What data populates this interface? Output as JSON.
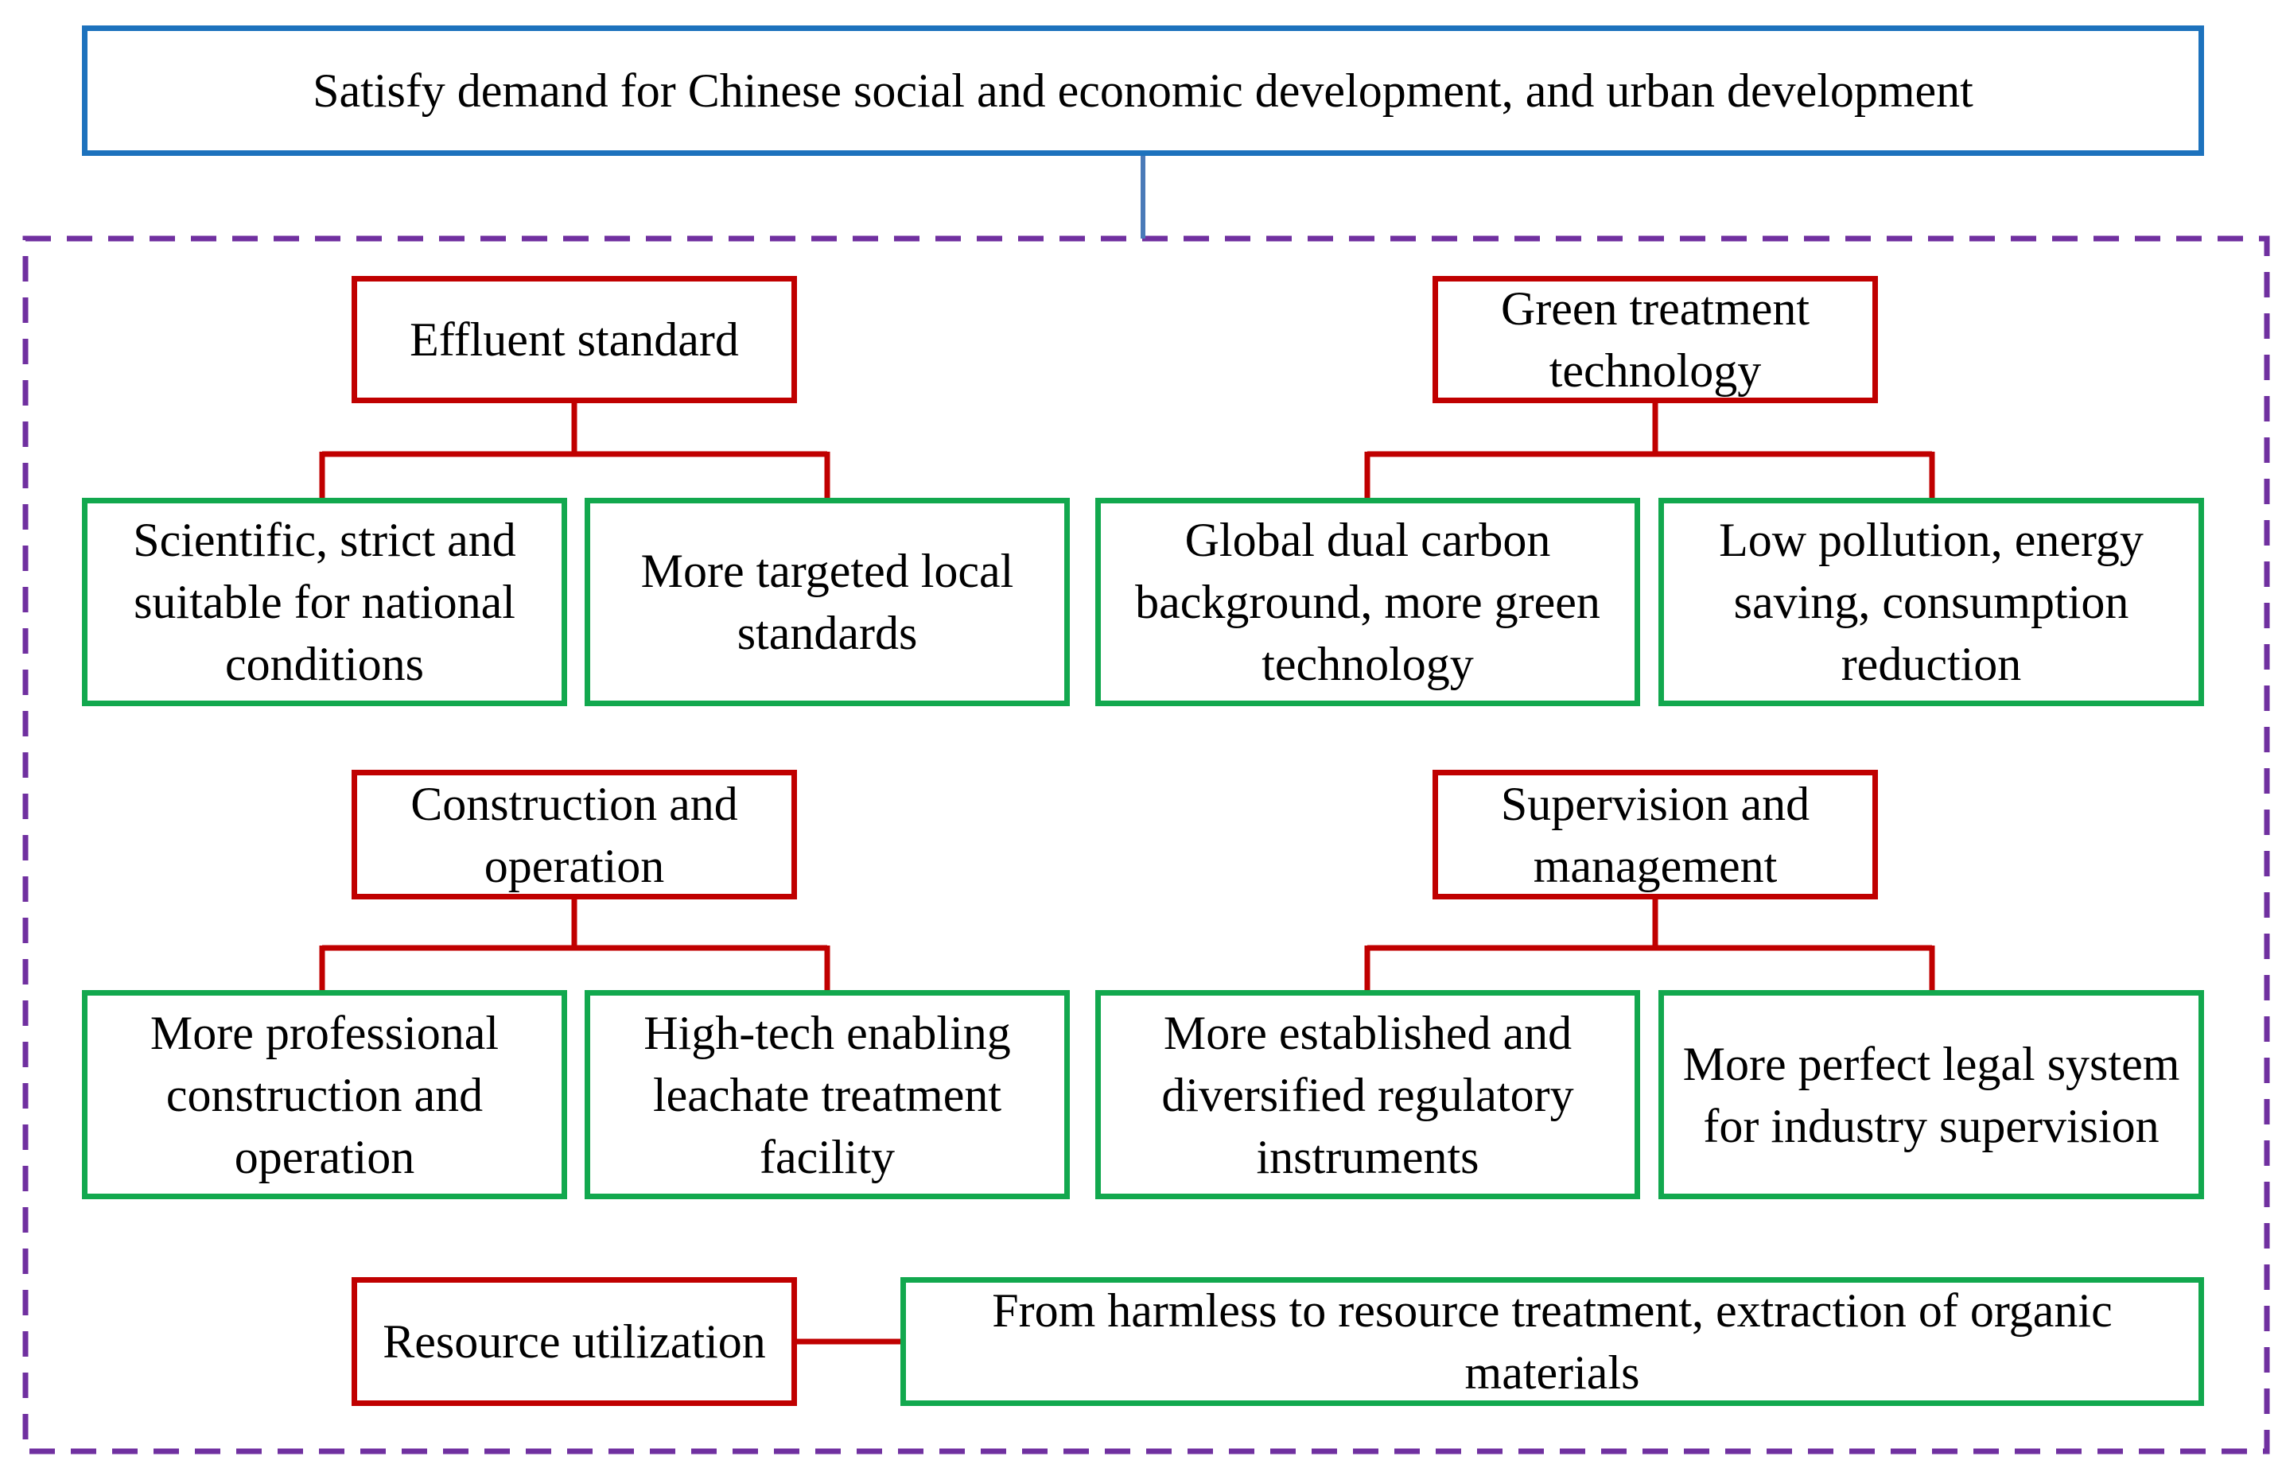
{
  "diagram": {
    "colors": {
      "top_border": "#1d72bd",
      "category_border": "#c00000",
      "item_border": "#12a84e",
      "group_border": "#7030a0"
    },
    "top": "Satisfy demand for Chinese social and economic development, and urban development",
    "groups": [
      {
        "title": "Effluent standard",
        "items": [
          "Scientific, strict and suitable for national conditions",
          "More targeted local standards"
        ]
      },
      {
        "title": "Green treatment technology",
        "items": [
          "Global dual carbon background, more green technology",
          "Low pollution, energy saving, consumption reduction"
        ]
      },
      {
        "title": "Construction and operation",
        "items": [
          "More professional construction and operation",
          "High-tech enabling leachate treatment facility"
        ]
      },
      {
        "title": "Supervision and management",
        "items": [
          "More established and diversified regulatory instruments",
          "More perfect legal system for industry supervision"
        ]
      },
      {
        "title": "Resource utilization",
        "items": [
          "From harmless to resource treatment, extraction of organic materials"
        ]
      }
    ]
  }
}
